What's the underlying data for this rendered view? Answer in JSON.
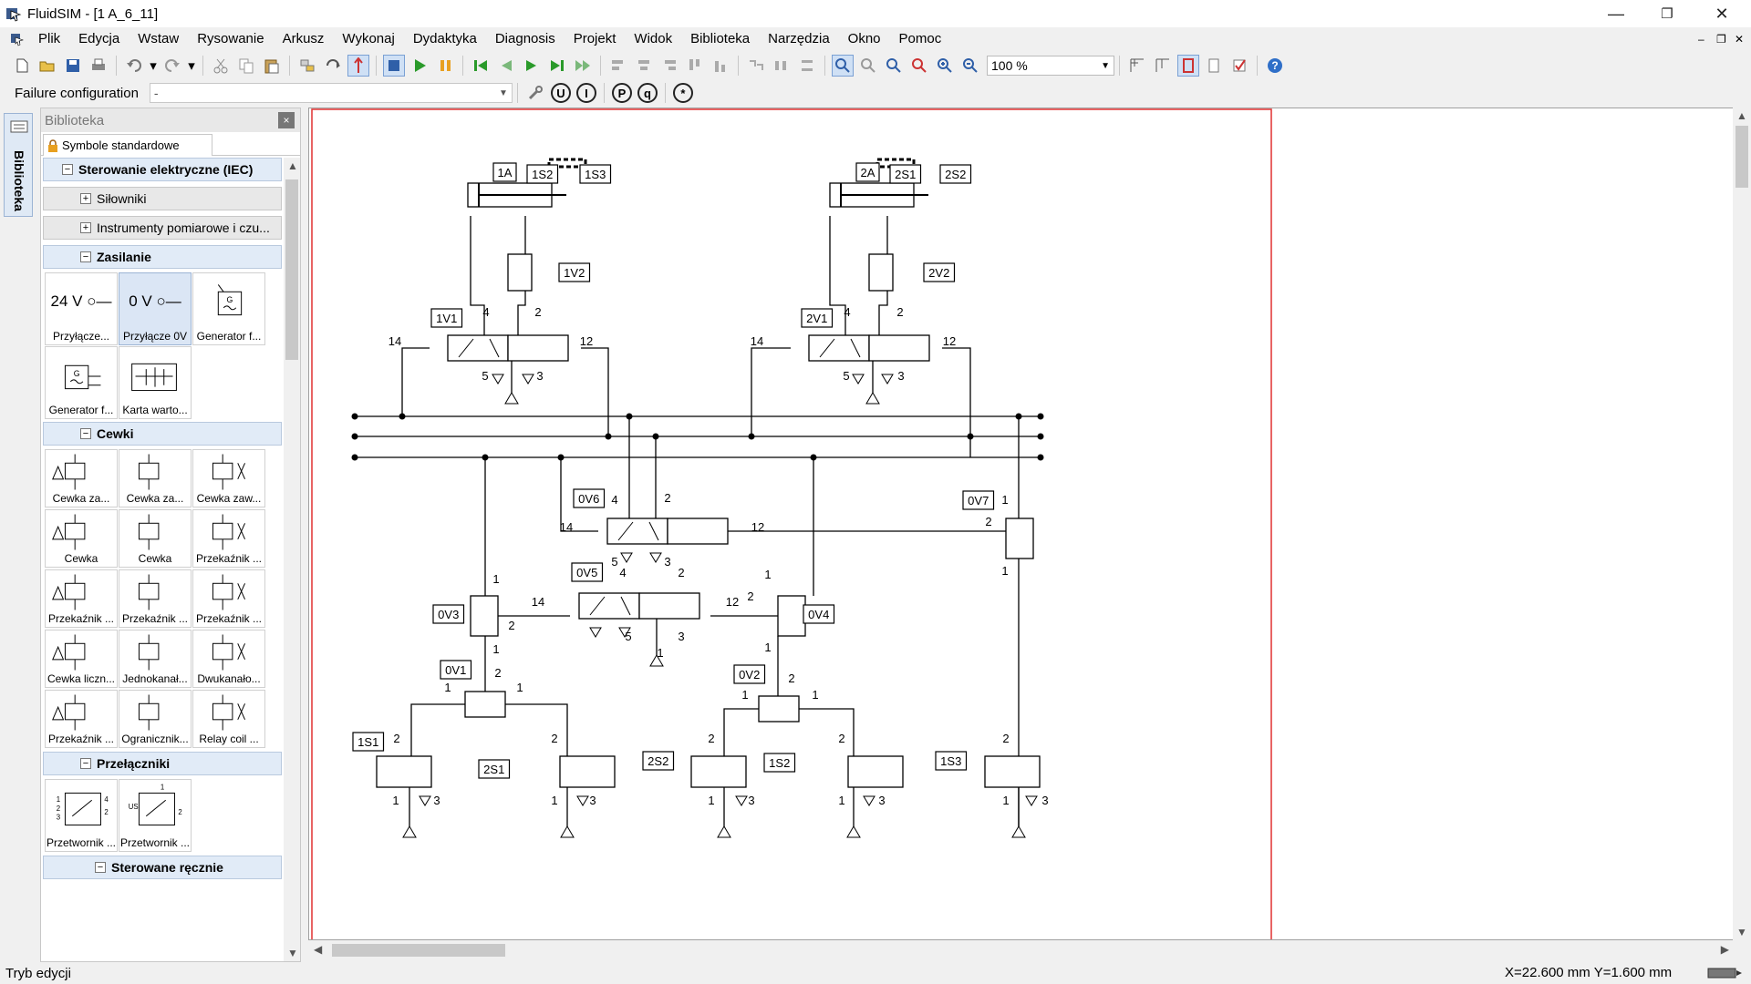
{
  "window": {
    "title": "FluidSIM - [1  A_6_11]",
    "controls": [
      "—",
      "❐",
      "✕"
    ]
  },
  "menu": {
    "items": [
      "Plik",
      "Edycja",
      "Wstaw",
      "Rysowanie",
      "Arkusz",
      "Wykonaj",
      "Dydaktyka",
      "Diagnosis",
      "Projekt",
      "Widok",
      "Biblioteka",
      "Narzędzia",
      "Okno",
      "Pomoc"
    ],
    "mdi_controls": [
      "–",
      "❐",
      "✕"
    ]
  },
  "toolbar": {
    "zoom_value": "100 %"
  },
  "failure": {
    "label": "Failure configuration",
    "value": "-",
    "buttons": [
      "U",
      "I",
      "P",
      "q",
      "*"
    ]
  },
  "side_tab": {
    "label": "Biblioteka"
  },
  "library": {
    "title": "Biblioteka",
    "close": "×",
    "tab": "Symbole standardowe",
    "groups": {
      "sterowanie": "Sterowanie elektryczne (IEC)",
      "silowniki": "Siłowniki",
      "instrumenty": "Instrumenty pomiarowe i czu...",
      "zasilanie": "Zasilanie",
      "cewki": "Cewki",
      "przelaczniki": "Przełączniki",
      "sterowane": "Sterowane ręcznie"
    },
    "zasilanie_items": [
      "Przyłącze...",
      "Przyłącze 0V",
      "Generator f...",
      "Generator f...",
      "Karta warto..."
    ],
    "zasilanie_symbols": [
      "24 V ○—",
      "0 V ○—"
    ],
    "cewki_items": [
      "Cewka za...",
      "Cewka za...",
      "Cewka zaw...",
      "Cewka",
      "Cewka",
      "Przekaźnik ...",
      "Przekaźnik ...",
      "Przekaźnik ...",
      "Przekaźnik ...",
      "Cewka liczn...",
      "Jednokanał...",
      "Dwukanało...",
      "Przekaźnik ...",
      "Ogranicznik...",
      "Relay coil ..."
    ],
    "przelaczniki_items": [
      "Przetwornik ...",
      "Przetwornik ..."
    ]
  },
  "diagram": {
    "labels": {
      "c1A": "1A",
      "c1S2_top": "1S2",
      "c1S3_top": "1S3",
      "c2A": "2A",
      "c2S1_top": "2S1",
      "c2S2_top": "2S2",
      "v1V2": "1V2",
      "v2V2": "2V2",
      "v1V1": "1V1",
      "v2V1": "2V1",
      "v0V6": "0V6",
      "v0V7": "0V7",
      "v0V5": "0V5",
      "v0V3": "0V3",
      "v0V4": "0V4",
      "v0V1": "0V1",
      "v0V2": "0V2",
      "s1S1": "1S1",
      "s2S1": "2S1",
      "s2S2": "2S2",
      "s1S2": "1S2",
      "s1S3": "1S3"
    },
    "port_numbers": {
      "p1": "1",
      "p2": "2",
      "p3": "3",
      "p4": "4",
      "p5": "5",
      "p12": "12",
      "p14": "14"
    }
  },
  "status": {
    "mode": "Tryb edycji",
    "coords": "X=22.600 mm  Y=1.600 mm"
  }
}
